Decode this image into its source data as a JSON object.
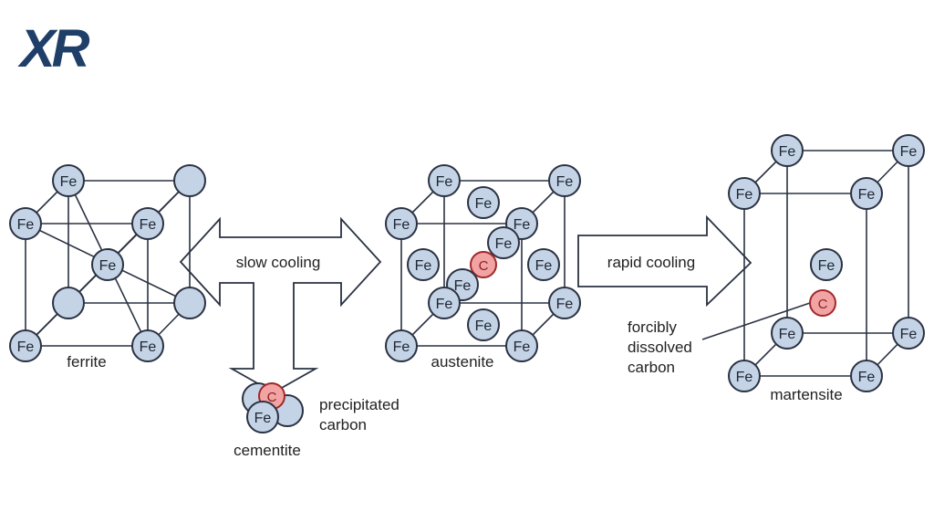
{
  "logo": {
    "text": "XR",
    "color": "#1f3e68"
  },
  "colors": {
    "iron_fill": "#c4d3e6",
    "carbon_fill": "#f2a3a3",
    "line": "#2a3242"
  },
  "atom_labels": {
    "iron": "Fe",
    "carbon": "C"
  },
  "arrows": {
    "slow": "slow cooling",
    "rapid": "rapid cooling"
  },
  "structures": {
    "ferrite": "ferrite",
    "austenite": "austenite",
    "martensite": "martensite",
    "cementite": "cementite"
  },
  "annotations": {
    "precipitated": [
      "precipitated",
      "carbon"
    ],
    "dissolved": [
      "forcibly",
      "dissolved",
      "carbon"
    ]
  }
}
